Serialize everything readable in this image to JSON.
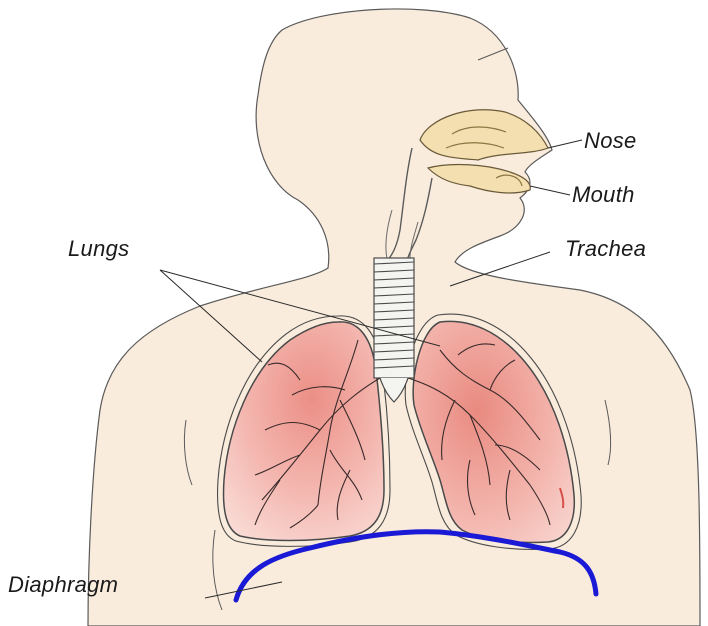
{
  "labels": {
    "nose": "Nose",
    "mouth": "Mouth",
    "lungs": "Lungs",
    "trachea": "Trachea",
    "diaphragm": "Diaphragm"
  },
  "colors": {
    "skin": "#f9ecdc",
    "lung_fill": "#f3b1ab",
    "lung_dark": "#e27c72",
    "nasal": "#f3dfb0",
    "diaphragm": "#1a1ad6",
    "outline": "#4a4a4a"
  }
}
